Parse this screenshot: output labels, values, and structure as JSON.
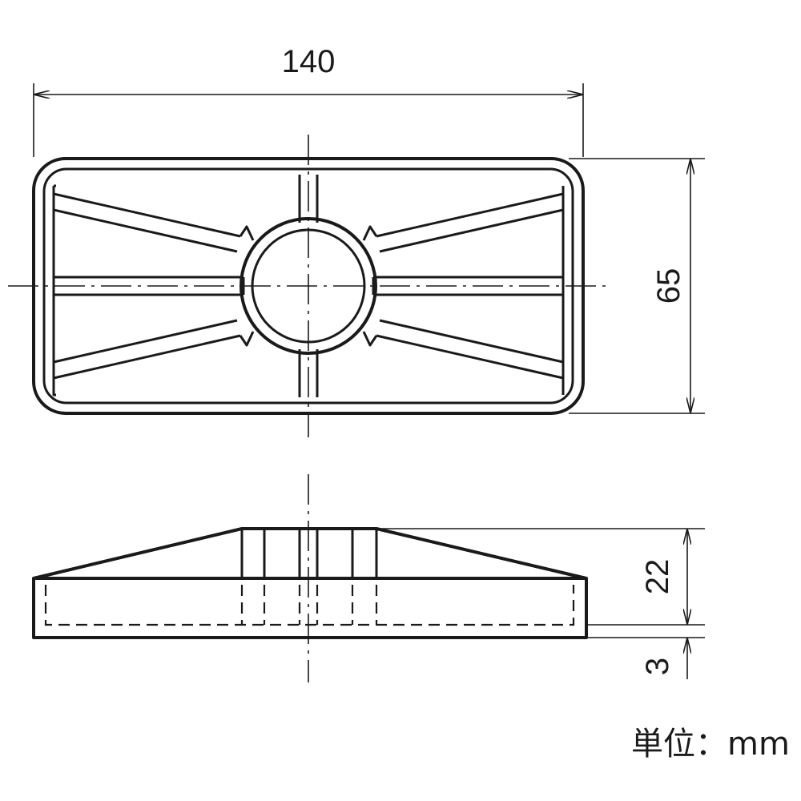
{
  "drawing": {
    "dimensions": {
      "width": "140",
      "depth": "65",
      "height": "22",
      "thickness": "3"
    },
    "unit_label": "単位：mm"
  }
}
